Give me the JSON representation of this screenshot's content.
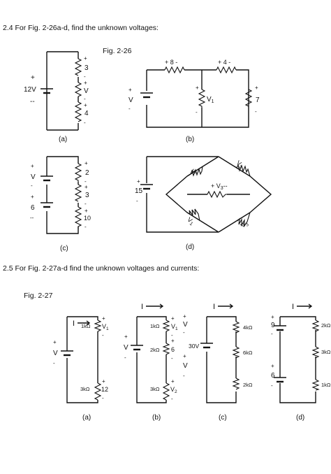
{
  "problems": {
    "p24": "2.4 For Fig. 2-26a-d, find the unknown voltages:",
    "p25": "2.5 For Fig. 2-27a-d find the unknown voltages and currents:"
  },
  "fig226": {
    "title": "Fig. 2-26",
    "a": {
      "caption": "(a)",
      "source": "12V",
      "plus": "+",
      "minus": "--",
      "labels": [
        "3",
        "V",
        "4"
      ]
    },
    "b": {
      "caption": "(b)",
      "top1": "+ 8 -",
      "top2": "+ 4 -",
      "vs": "V",
      "v1": "V",
      "v1sub": "1",
      "r7": "7"
    },
    "c": {
      "caption": "(c)",
      "vs": "V",
      "b6": "6",
      "labels": [
        "2",
        "3",
        "10"
      ]
    },
    "d": {
      "caption": "(d)",
      "source": "15",
      "r1": "5",
      "r2": "V",
      "r2sub": "2",
      "r3": "V",
      "r3sub": "3",
      "r4": "V",
      "r4sub": "1",
      "v3": "+ V",
      "v3sub": "3",
      "v3end": "--"
    }
  },
  "fig227": {
    "title": "Fig. 2-27",
    "current": "I",
    "a": {
      "caption": "(a)",
      "r1": "1kΩ",
      "v1": "V",
      "v1sub": "1",
      "r2": "3kΩ",
      "v2": "12",
      "vs": "V"
    },
    "b": {
      "caption": "(b)",
      "r1": "1kΩ",
      "v1": "V",
      "v1sub": "1",
      "r2": "2kΩ",
      "v2": "6",
      "r3": "3kΩ",
      "v3": "V",
      "v3sub": "2",
      "vs": "V"
    },
    "c": {
      "caption": "(c)",
      "source": "30V",
      "r1": "4kΩ",
      "r2": "6kΩ",
      "r3": "2kΩ"
    },
    "d": {
      "caption": "(d)",
      "b1": "9",
      "b2": "6",
      "r1": "2kΩ",
      "r2": "3kΩ",
      "r3": "1kΩ"
    }
  }
}
